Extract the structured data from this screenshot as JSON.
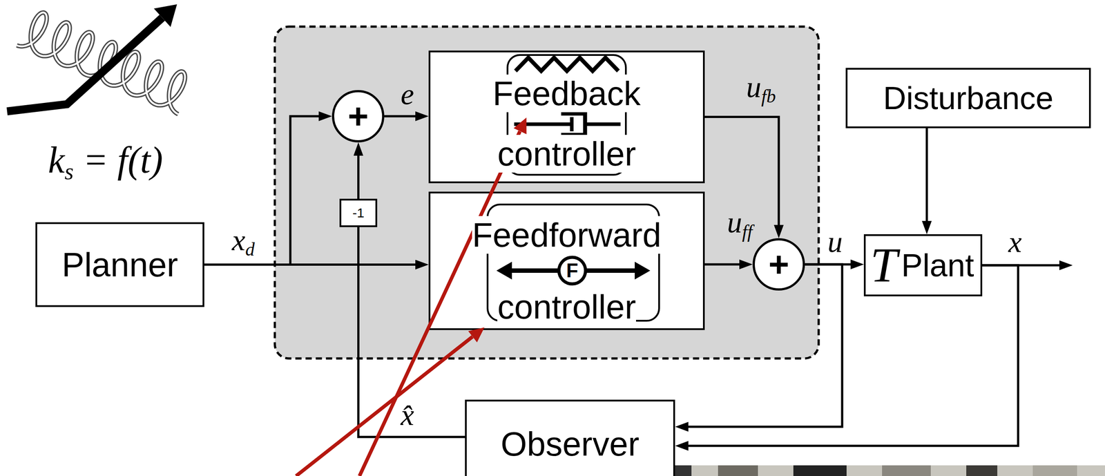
{
  "diagram": {
    "nodes": [
      {
        "text": [
          "Planner"
        ]
      },
      {
        "text": [
          "+"
        ]
      },
      {
        "text": [
          "-1"
        ]
      },
      {
        "text": [
          "Feedback controller"
        ]
      },
      {
        "text": [
          "Feedforward controller"
        ]
      },
      {
        "text": [
          "+"
        ]
      },
      {
        "text": [
          "Disturbance"
        ]
      },
      {
        "text": [
          "Plant"
        ]
      },
      {
        "text": [
          "Observer"
        ]
      }
    ],
    "edges": [
      {
        "from": 0,
        "to": 4,
        "arrow": "to",
        "label": "xd"
      },
      {
        "from": 0,
        "to": 1,
        "arrow": "to"
      },
      {
        "from": 1,
        "to": 3,
        "arrow": "to",
        "label": "e"
      },
      {
        "from": 2,
        "to": 1,
        "arrow": "to"
      },
      {
        "from": 8,
        "to": 2,
        "arrow": "none",
        "label": "x̂"
      },
      {
        "from": 3,
        "to": 5,
        "arrow": "to",
        "label": "ufb"
      },
      {
        "from": 4,
        "to": 5,
        "arrow": "to",
        "label": "uff"
      },
      {
        "from": 5,
        "to": 7,
        "arrow": "to",
        "label": "u"
      },
      {
        "from": 6,
        "to": 7,
        "arrow": "to"
      },
      {
        "from": 5,
        "to": 8,
        "arrow": "to"
      },
      {
        "from": 7,
        "to": 8,
        "arrow": "to"
      }
    ],
    "labels": [
      "ks = f(t)",
      "T",
      "F",
      "x"
    ]
  }
}
